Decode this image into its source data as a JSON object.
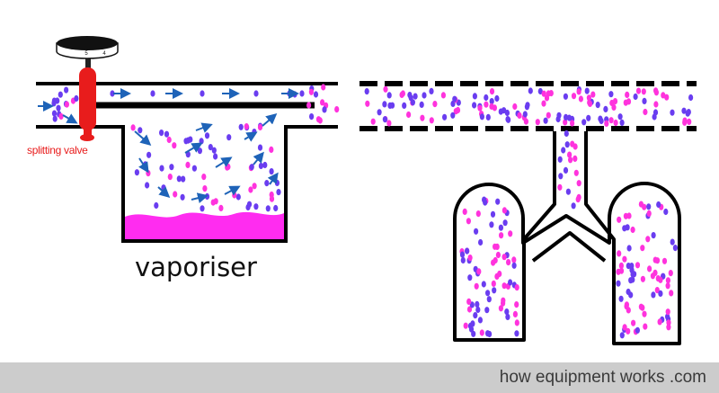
{
  "labels": {
    "splitting_valve": "splitting valve",
    "vaporiser": "vaporiser"
  },
  "dial": {
    "marks": [
      "5",
      "4"
    ]
  },
  "footer": {
    "text": "how equipment works .com"
  },
  "colors": {
    "background": "#ffffff",
    "outline": "#000000",
    "valve": "#e81c1c",
    "liquid": "#ff2cf0",
    "molecule_blue": "#6a3df0",
    "molecule_pink": "#ff33dd",
    "arrow": "#1e63b8",
    "footer_bg": "#cccccc",
    "footer_text": "#3a3a3a"
  }
}
